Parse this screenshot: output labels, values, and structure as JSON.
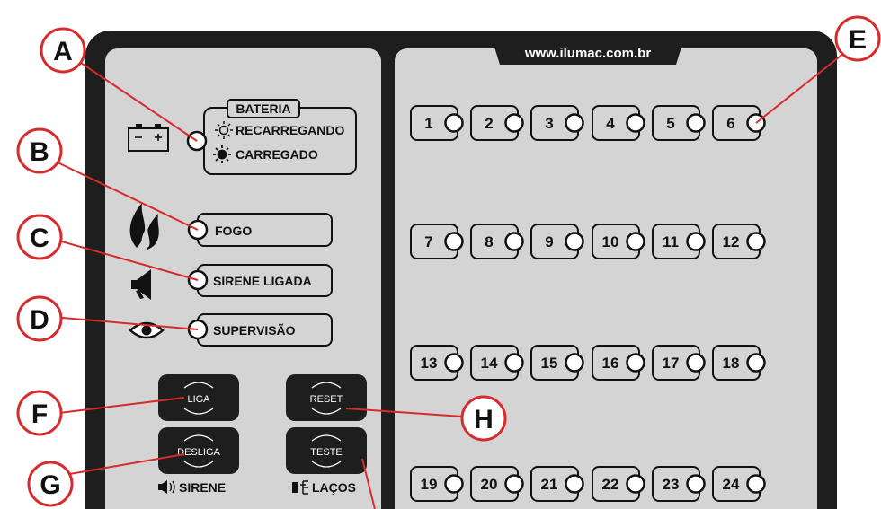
{
  "website": "www.ilumac.com.br",
  "bateria": {
    "title": "BATERIA",
    "recarregando": "RECARREGANDO",
    "carregado": "CARREGADO"
  },
  "status_leds": {
    "fogo": "FOGO",
    "sirene_ligada": "SIRENE LIGADA",
    "supervisao": "SUPERVISÃO"
  },
  "buttons": {
    "liga": "LIGA",
    "desliga": "DESLIGA",
    "reset": "RESET",
    "teste": "TESTE"
  },
  "footer_labels": {
    "sirene": "SIRENE",
    "lacos": "LAÇOS"
  },
  "zones": [
    "1",
    "2",
    "3",
    "4",
    "5",
    "6",
    "7",
    "8",
    "9",
    "10",
    "11",
    "12",
    "13",
    "14",
    "15",
    "16",
    "17",
    "18",
    "19",
    "20",
    "21",
    "22",
    "23",
    "24"
  ],
  "callouts": {
    "a": "A",
    "b": "B",
    "c": "C",
    "d": "D",
    "e": "E",
    "f": "F",
    "g": "G",
    "h": "H"
  },
  "colors": {
    "outer_frame": "#1e1e1e",
    "panel": "#d4d4d4",
    "accent_red": "#d72b2b"
  }
}
